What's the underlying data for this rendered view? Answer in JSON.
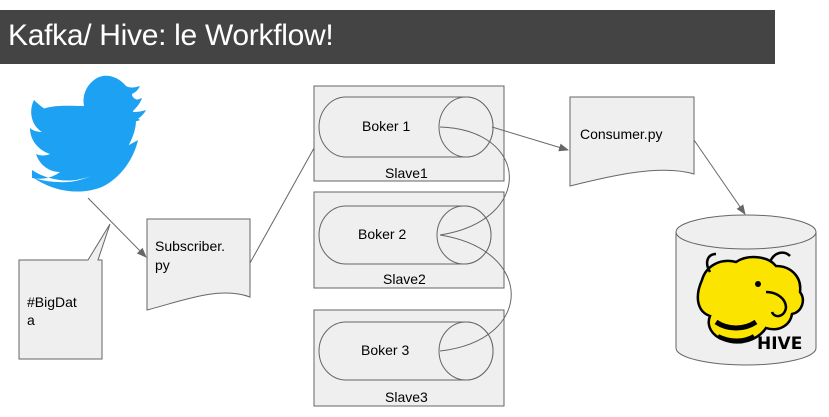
{
  "title": "Kafka/ Hive: le Workflow!",
  "nodes": {
    "twitter": {
      "icon": "twitter-bird-icon"
    },
    "hashtag": {
      "line1": "#BigDat",
      "line2": "a"
    },
    "subscriber": {
      "line1": "Subscriber.",
      "line2": "py"
    },
    "brokers": [
      {
        "label": "Boker 1",
        "slave": "Slave1"
      },
      {
        "label": "Boker 2",
        "slave": "Slave2"
      },
      {
        "label": "Boker 3",
        "slave": "Slave3"
      }
    ],
    "consumer": {
      "label": "Consumer.py"
    },
    "hive": {
      "icon": "hive-logo-icon",
      "logo_text": "HIVE"
    }
  },
  "colors": {
    "title_bg": "#444444",
    "shape_fill": "#efefef",
    "stroke": "#666666",
    "twitter_blue": "#1da1f2",
    "hive_yellow": "#fbe400"
  }
}
